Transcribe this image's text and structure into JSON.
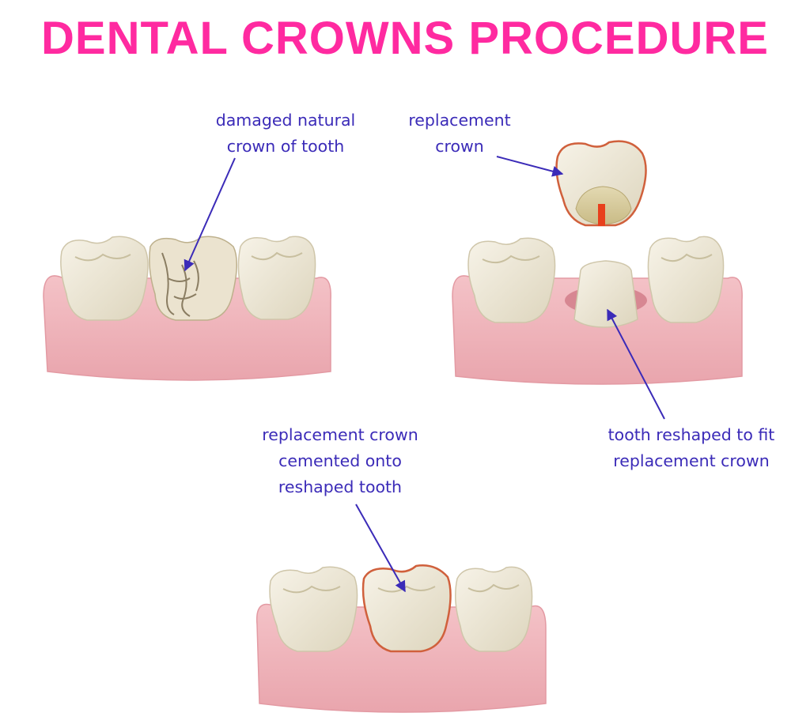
{
  "title": "DENTAL CROWNS PROCEDURE",
  "labels": {
    "damaged_crown": [
      "damaged natural",
      "crown of tooth"
    ],
    "replacement_crown": [
      "replacement",
      "crown"
    ],
    "reshaped_tooth": [
      "tooth reshaped to fit",
      "replacement crown"
    ],
    "cemented": [
      "replacement crown",
      "cemented onto",
      "reshaped tooth"
    ]
  },
  "colors": {
    "title": "#ff2aa0",
    "label_text": "#3b2bb8",
    "arrow": "#3b2bb8",
    "gum": "#f2b8be",
    "gum_dark": "#e79aa3",
    "tooth": "#efeadb",
    "tooth_shadow": "#d8d0b8",
    "crown_outline": "#d0603c",
    "crown_post": "#e8401c",
    "crack": "#8a7d62"
  }
}
